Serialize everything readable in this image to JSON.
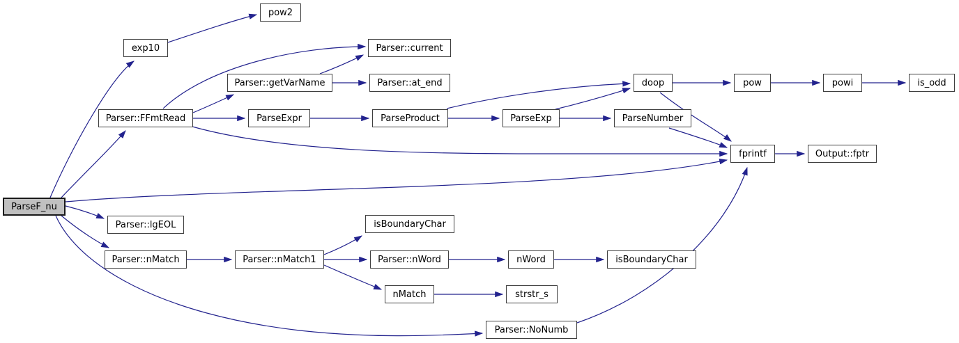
{
  "diagram": {
    "type": "doxygen-call-graph",
    "root_function": "ParseF_nu",
    "colors": {
      "edge": "#23238E",
      "node_border": "#3f3f3f",
      "node_bg": "#ffffff",
      "root_bg": "#c0c0c0",
      "text": "#000000"
    },
    "nodes": [
      {
        "id": "pow2",
        "label": "pow2"
      },
      {
        "id": "exp10",
        "label": "exp10"
      },
      {
        "id": "parser-current",
        "label": "Parser::current"
      },
      {
        "id": "parser-getvarname",
        "label": "Parser::getVarName"
      },
      {
        "id": "parser-at-end",
        "label": "Parser::at_end"
      },
      {
        "id": "doop",
        "label": "doop"
      },
      {
        "id": "pow",
        "label": "pow"
      },
      {
        "id": "powi",
        "label": "powi"
      },
      {
        "id": "is-odd",
        "label": "is_odd"
      },
      {
        "id": "parser-ffmtread",
        "label": "Parser::FFmtRead"
      },
      {
        "id": "parseexpr",
        "label": "ParseExpr"
      },
      {
        "id": "parseproduct",
        "label": "ParseProduct"
      },
      {
        "id": "parseexp",
        "label": "ParseExp"
      },
      {
        "id": "parsenumber",
        "label": "ParseNumber"
      },
      {
        "id": "fprintf",
        "label": "fprintf"
      },
      {
        "id": "output-fptr",
        "label": "Output::fptr"
      },
      {
        "id": "parsef-nu",
        "label": "ParseF_nu"
      },
      {
        "id": "parser-lgeol",
        "label": "Parser::lgEOL"
      },
      {
        "id": "parser-nmatch",
        "label": "Parser::nMatch"
      },
      {
        "id": "parser-nmatch1",
        "label": "Parser::nMatch1"
      },
      {
        "id": "isboundarychar-1",
        "label": "isBoundaryChar"
      },
      {
        "id": "parser-nword",
        "label": "Parser::nWord"
      },
      {
        "id": "nword",
        "label": "nWord"
      },
      {
        "id": "isboundarychar-2",
        "label": "isBoundaryChar"
      },
      {
        "id": "nmatch",
        "label": "nMatch"
      },
      {
        "id": "strstr-s",
        "label": "strstr_s"
      },
      {
        "id": "parser-nonumb",
        "label": "Parser::NoNumb"
      }
    ],
    "edges": [
      {
        "from": "ParseF_nu",
        "to": "exp10"
      },
      {
        "from": "ParseF_nu",
        "to": "Parser::FFmtRead"
      },
      {
        "from": "ParseF_nu",
        "to": "fprintf"
      },
      {
        "from": "ParseF_nu",
        "to": "Parser::lgEOL"
      },
      {
        "from": "ParseF_nu",
        "to": "Parser::nMatch"
      },
      {
        "from": "ParseF_nu",
        "to": "Parser::NoNumb"
      },
      {
        "from": "exp10",
        "to": "pow2"
      },
      {
        "from": "Parser::FFmtRead",
        "to": "Parser::current"
      },
      {
        "from": "Parser::FFmtRead",
        "to": "Parser::getVarName"
      },
      {
        "from": "Parser::FFmtRead",
        "to": "ParseExpr"
      },
      {
        "from": "Parser::FFmtRead",
        "to": "fprintf"
      },
      {
        "from": "Parser::getVarName",
        "to": "Parser::current"
      },
      {
        "from": "Parser::getVarName",
        "to": "Parser::at_end"
      },
      {
        "from": "ParseExpr",
        "to": "ParseProduct"
      },
      {
        "from": "ParseProduct",
        "to": "ParseExp"
      },
      {
        "from": "ParseProduct",
        "to": "doop"
      },
      {
        "from": "ParseExp",
        "to": "doop"
      },
      {
        "from": "ParseExp",
        "to": "ParseNumber"
      },
      {
        "from": "ParseNumber",
        "to": "fprintf"
      },
      {
        "from": "doop",
        "to": "pow"
      },
      {
        "from": "doop",
        "to": "fprintf"
      },
      {
        "from": "pow",
        "to": "powi"
      },
      {
        "from": "powi",
        "to": "is_odd"
      },
      {
        "from": "fprintf",
        "to": "Output::fptr"
      },
      {
        "from": "Parser::nMatch",
        "to": "Parser::nMatch1"
      },
      {
        "from": "Parser::nMatch1",
        "to": "isBoundaryChar"
      },
      {
        "from": "Parser::nMatch1",
        "to": "Parser::nWord"
      },
      {
        "from": "Parser::nMatch1",
        "to": "nMatch"
      },
      {
        "from": "Parser::nWord",
        "to": "nWord"
      },
      {
        "from": "nWord",
        "to": "isBoundaryChar"
      },
      {
        "from": "nMatch",
        "to": "strstr_s"
      },
      {
        "from": "Parser::NoNumb",
        "to": "fprintf"
      }
    ]
  }
}
